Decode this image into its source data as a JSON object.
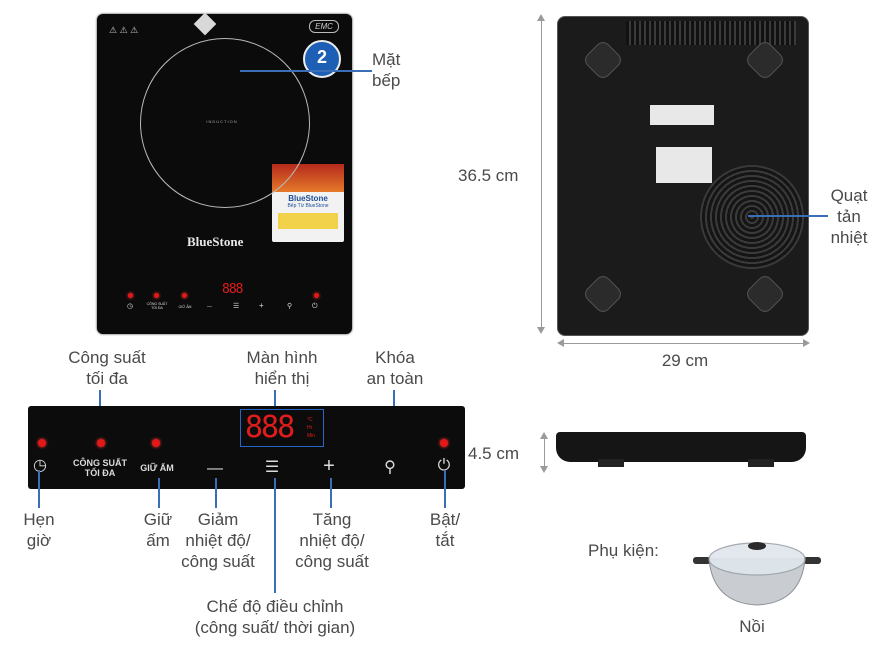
{
  "top_cooker": {
    "brand": "BlueStone",
    "emc": "EMC",
    "warranty_years": "2",
    "induction": "INDUCTION",
    "display": "888",
    "sticker_title": "BlueStone",
    "sticker_sub": "Bếp Từ BlueStone",
    "panel_labels": {
      "max_power": "CÔNG SUẤT\nTỐI ĐA",
      "keep_warm": "GIỮ ẤM"
    }
  },
  "labels": {
    "cooktop": "Mặt\nbếp",
    "cooling_fan": "Quạt\ntản\nnhiệt",
    "height_dim": "36.5 cm",
    "width_dim": "29 cm",
    "depth_dim": "4.5 cm",
    "max_power": "Công suất\ntối đa",
    "display": "Màn hình\nhiển thị",
    "safety_lock": "Khóa\nan toàn",
    "timer": "Hẹn\ngiờ",
    "keep_warm": "Giữ\nấm",
    "decrease": "Giảm\nnhiệt độ/\ncông suất",
    "increase": "Tăng\nnhiệt độ/\ncông suất",
    "power": "Bật/\ntắt",
    "mode": "Chế độ điều chỉnh\n(công suất/ thời gian)",
    "accessory": "Phụ kiện:",
    "pot": "Nồi"
  },
  "panel": {
    "max_power": "CÔNG SUẤT\nTỐI ĐA",
    "keep_warm": "GIỮ ẤM",
    "display": "888"
  },
  "icons": {
    "timer": "clock-icon",
    "minus": "minus-icon",
    "menu": "menu-icon",
    "plus": "plus-icon",
    "lock": "lock-icon",
    "power": "power-icon"
  },
  "colors": {
    "led": "#e51818",
    "leader": "#3a6fb8",
    "panel": "#0c0c0c"
  }
}
